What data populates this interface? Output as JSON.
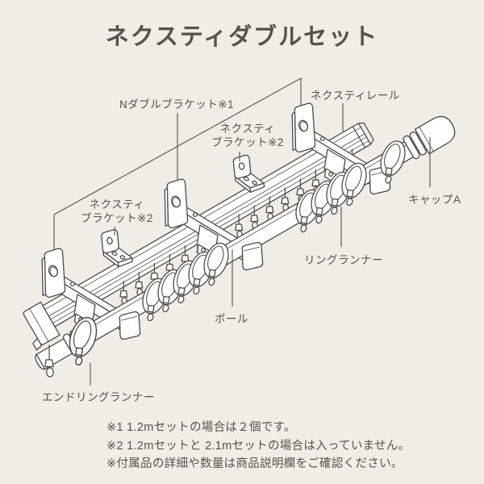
{
  "title": "ネクスティダブルセット",
  "diagram": {
    "labels": {
      "n_double_bracket": "Nダブルブラケット※1",
      "nexty_rail": "ネクスティレール",
      "nexty_bracket_upper": [
        "ネクスティ",
        "ブラケット※2"
      ],
      "nexty_bracket_left": [
        "ネクスティ",
        "ブラケット※2"
      ],
      "cap_a": "キャップA",
      "ring_runner": "リングランナー",
      "pole": "ポール",
      "end_ring_runner": "エンドリングランナー"
    },
    "parts_depicted": [
      "rail",
      "pole",
      "wall-brackets",
      "ring-runners",
      "rail-runners",
      "end-cap"
    ]
  },
  "notes": [
    "※1 1.2mセットの場合は２個です。",
    "※2 1.2mセットと 2.1mセットの場合は入っていません。",
    "※付属品の詳細や数量は商品説明欄をご確認ください。"
  ],
  "colors": {
    "background": "#f0ede7",
    "line": "#4c4945",
    "text": "#55514b",
    "part_fill": "#ffffff"
  }
}
